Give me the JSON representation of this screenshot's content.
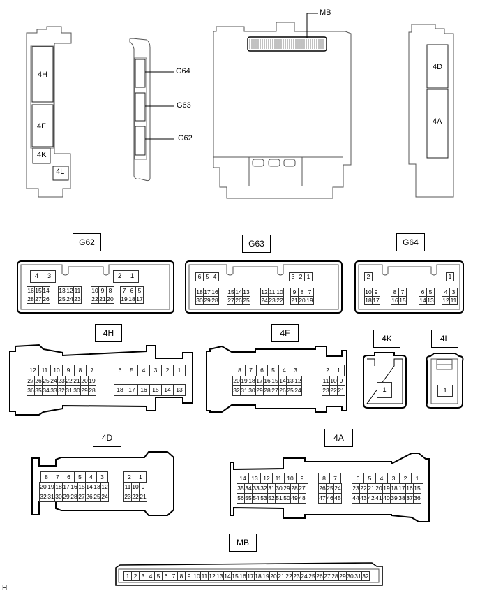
{
  "overview": {
    "callouts": {
      "mb": "MB",
      "g64": "G64",
      "g63": "G63",
      "g62": "G62",
      "4h": "4H",
      "4f": "4F",
      "4k": "4K",
      "4l": "4L",
      "4d": "4D",
      "4a": "4A"
    }
  },
  "connectors": {
    "G62": {
      "label": "G62",
      "top_groups": [
        [
          "4",
          "3"
        ],
        [
          "2",
          "1"
        ]
      ],
      "bottom_groups": [
        {
          "row1": [
            "16",
            "15",
            "14"
          ],
          "row2": [
            "28",
            "27",
            "26"
          ]
        },
        {
          "row1": [
            "13",
            "12",
            "11"
          ],
          "row2": [
            "25",
            "24",
            "23"
          ]
        },
        {
          "row1": [
            "10",
            "9",
            "8"
          ],
          "row2": [
            "22",
            "21",
            "20"
          ]
        },
        {
          "row1": [
            "7",
            "6",
            "5"
          ],
          "row2": [
            "19",
            "18",
            "17"
          ]
        }
      ]
    },
    "G63": {
      "label": "G63",
      "top_groups": [
        [
          "6",
          "5",
          "4"
        ],
        [
          "3",
          "2",
          "1"
        ]
      ],
      "bottom_groups": [
        {
          "row1": [
            "18",
            "17",
            "16"
          ],
          "row2": [
            "30",
            "29",
            "28"
          ]
        },
        {
          "row1": [
            "15",
            "14",
            "13"
          ],
          "row2": [
            "27",
            "26",
            "25"
          ]
        },
        {
          "row1": [
            "12",
            "11",
            "10"
          ],
          "row2": [
            "24",
            "23",
            "22"
          ]
        },
        {
          "row1": [
            "9",
            "8",
            "7"
          ],
          "row2": [
            "21",
            "20",
            "19"
          ]
        }
      ]
    },
    "G64": {
      "label": "G64",
      "top_groups": [
        [
          "2"
        ],
        [
          "1"
        ]
      ],
      "bottom_groups": [
        {
          "row1": [
            "10",
            "9"
          ],
          "row2": [
            "18",
            "17"
          ]
        },
        {
          "row1": [
            "8",
            "7"
          ],
          "row2": [
            "16",
            "15"
          ]
        },
        {
          "row1": [
            "6",
            "5"
          ],
          "row2": [
            "14",
            "13"
          ]
        },
        {
          "row1": [
            "4",
            "3"
          ],
          "row2": [
            "12",
            "11"
          ]
        }
      ]
    },
    "4H": {
      "label": "4H",
      "left": {
        "row1": [
          "12",
          "11",
          "10",
          "9",
          "8",
          "7"
        ],
        "row2": [
          "27",
          "26",
          "25",
          "24",
          "23",
          "22",
          "21",
          "20",
          "19"
        ],
        "row3": [
          "36",
          "35",
          "34",
          "33",
          "32",
          "31",
          "30",
          "29",
          "28"
        ]
      },
      "right": {
        "row1": [
          "6",
          "5",
          "4",
          "3",
          "2",
          "1"
        ],
        "row2": [
          "18",
          "17",
          "16",
          "15",
          "14",
          "13"
        ]
      }
    },
    "4F": {
      "label": "4F",
      "left": {
        "row1": [
          "8",
          "7",
          "6",
          "5",
          "4",
          "3"
        ],
        "row2": [
          "20",
          "19",
          "18",
          "17",
          "16",
          "15",
          "14",
          "13",
          "12"
        ],
        "row3": [
          "32",
          "31",
          "30",
          "29",
          "28",
          "27",
          "26",
          "25",
          "24"
        ]
      },
      "right": {
        "row1": [
          "2",
          "1"
        ],
        "row2": [
          "11",
          "10",
          "9"
        ],
        "row3": [
          "23",
          "22",
          "21"
        ]
      }
    },
    "4K": {
      "label": "4K",
      "pin": "1"
    },
    "4L": {
      "label": "4L",
      "pin": "1"
    },
    "4D": {
      "label": "4D",
      "left": {
        "row1": [
          "8",
          "7",
          "6",
          "5",
          "4",
          "3"
        ],
        "row2": [
          "20",
          "19",
          "18",
          "17",
          "16",
          "15",
          "14",
          "13",
          "12"
        ],
        "row3": [
          "32",
          "31",
          "30",
          "29",
          "28",
          "27",
          "26",
          "25",
          "24"
        ]
      },
      "right": {
        "row1": [
          "2",
          "1"
        ],
        "row2": [
          "11",
          "10",
          "9"
        ],
        "row3": [
          "23",
          "22",
          "21"
        ]
      }
    },
    "4A": {
      "label": "4A",
      "left": {
        "row1": [
          "14",
          "13",
          "12",
          "11",
          "10",
          "9"
        ],
        "row2": [
          "35",
          "34",
          "33",
          "32",
          "31",
          "30",
          "29",
          "28",
          "27"
        ],
        "row3": [
          "56",
          "55",
          "54",
          "53",
          "52",
          "51",
          "50",
          "49",
          "48"
        ]
      },
      "mid": {
        "row1": [
          "8",
          "7"
        ],
        "row2": [
          "26",
          "25",
          "24"
        ],
        "row3": [
          "47",
          "46",
          "45"
        ]
      },
      "right": {
        "row1": [
          "6",
          "5",
          "4",
          "3",
          "2",
          "1"
        ],
        "row2": [
          "23",
          "22",
          "21",
          "20",
          "19",
          "18",
          "17",
          "16",
          "15"
        ],
        "row3": [
          "44",
          "43",
          "42",
          "41",
          "40",
          "39",
          "38",
          "37",
          "36"
        ]
      }
    },
    "MB": {
      "label": "MB",
      "pins": [
        "1",
        "2",
        "3",
        "4",
        "5",
        "6",
        "7",
        "8",
        "9",
        "10",
        "11",
        "12",
        "13",
        "14",
        "15",
        "16",
        "17",
        "18",
        "19",
        "20",
        "21",
        "22",
        "23",
        "24",
        "25",
        "26",
        "27",
        "28",
        "29",
        "30",
        "31",
        "32"
      ]
    }
  },
  "footer": {
    "code": "H"
  }
}
